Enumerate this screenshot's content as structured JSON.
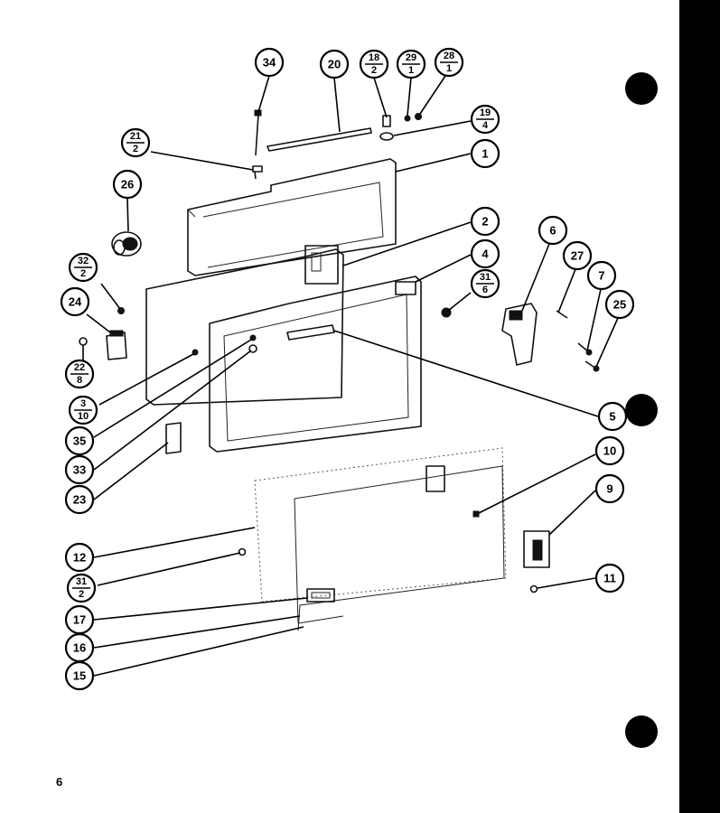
{
  "page_number": "6",
  "callouts": [
    {
      "label": "34"
    },
    {
      "label": "20"
    },
    {
      "num": "18",
      "den": "2"
    },
    {
      "num": "29",
      "den": "1"
    },
    {
      "num": "28",
      "den": "1"
    },
    {
      "num": "19",
      "den": "4"
    },
    {
      "num": "21",
      "den": "2"
    },
    {
      "label": "1"
    },
    {
      "label": "26"
    },
    {
      "label": "2"
    },
    {
      "label": "4"
    },
    {
      "num": "31",
      "den": "6"
    },
    {
      "label": "6"
    },
    {
      "label": "27"
    },
    {
      "label": "7"
    },
    {
      "label": "25"
    },
    {
      "num": "32",
      "den": "2"
    },
    {
      "label": "24"
    },
    {
      "num": "22",
      "den": "8"
    },
    {
      "num": "3",
      "den": "10"
    },
    {
      "label": "35"
    },
    {
      "label": "5"
    },
    {
      "label": "33"
    },
    {
      "label": "23"
    },
    {
      "label": "10"
    },
    {
      "label": "9"
    },
    {
      "label": "12"
    },
    {
      "num": "31",
      "den": "2"
    },
    {
      "label": "11"
    },
    {
      "label": "17"
    },
    {
      "label": "16"
    },
    {
      "label": "15"
    }
  ]
}
